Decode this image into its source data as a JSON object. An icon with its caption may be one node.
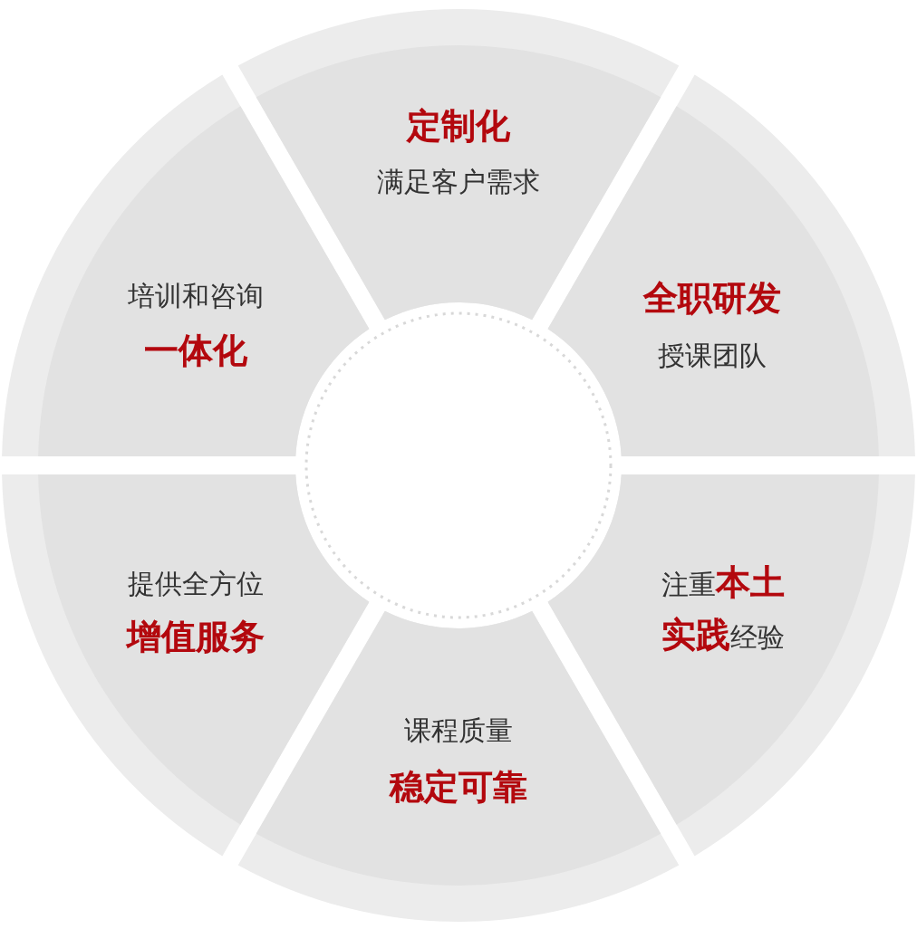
{
  "diagram": {
    "nodes": [
      {
        "text": [
          "定制化",
          "满足客户需求"
        ]
      },
      {
        "text": [
          "全职研发",
          "授课团队"
        ]
      },
      {
        "text": [
          "注重**本土实践**经验"
        ]
      },
      {
        "text": [
          "课程质量",
          "稳定可靠"
        ]
      },
      {
        "text": [
          "提供全方位",
          "增值服务"
        ]
      },
      {
        "text": [
          "培训和咨询",
          "一体化"
        ]
      },
      {
        "text": [],
        "shape": "circle"
      }
    ]
  }
}
